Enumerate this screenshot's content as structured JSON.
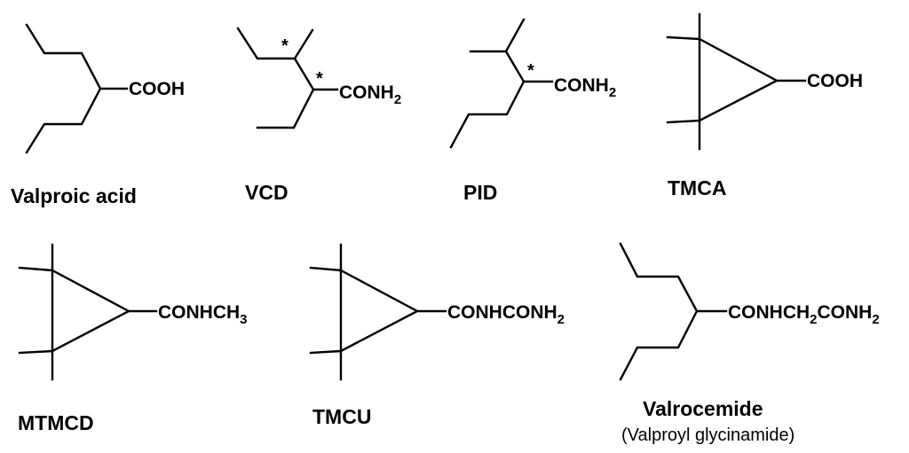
{
  "compounds": [
    {
      "id": "valproic-acid",
      "name": "Valproic acid",
      "group": [
        "COOH"
      ]
    },
    {
      "id": "vcd",
      "name": "VCD",
      "group": [
        "CONH",
        "2"
      ],
      "stars": [
        "*",
        "*"
      ]
    },
    {
      "id": "pid",
      "name": "PID",
      "group": [
        "CONH",
        "2"
      ],
      "stars": [
        "*"
      ]
    },
    {
      "id": "tmca",
      "name": "TMCA",
      "group": [
        "COOH"
      ]
    },
    {
      "id": "mtmcd",
      "name": "MTMCD",
      "group": [
        "CONHCH",
        "3"
      ]
    },
    {
      "id": "tmcu",
      "name": "TMCU",
      "group": [
        "CONHCONH",
        "2"
      ]
    },
    {
      "id": "valrocemide",
      "name": "Valrocemide",
      "note": "(Valproyl glycinamide)",
      "group": [
        "CONHCH",
        "2",
        "CONH",
        "2"
      ]
    }
  ]
}
